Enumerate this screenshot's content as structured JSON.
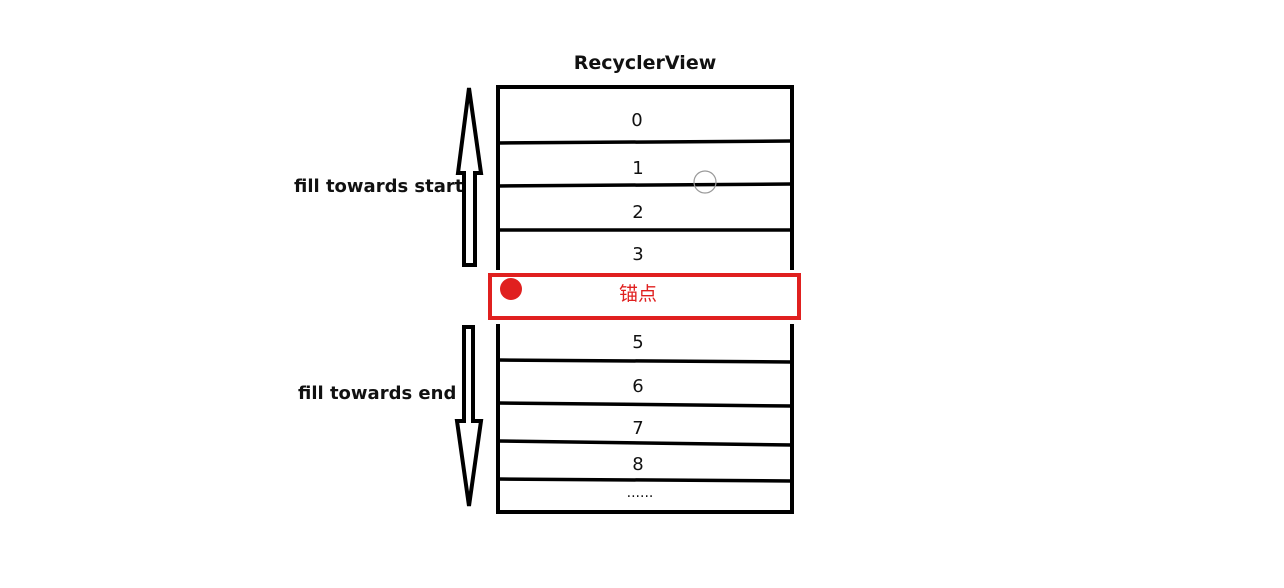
{
  "title": "RecyclerView",
  "fill_start_label": "fill towards start",
  "fill_end_label": "fill towards end",
  "items": [
    "0",
    "1",
    "2",
    "3",
    "5",
    "6",
    "7",
    "8",
    "......"
  ],
  "anchor_label": "锚点",
  "colors": {
    "anchor": "#e0201f",
    "stroke": "#000000"
  }
}
